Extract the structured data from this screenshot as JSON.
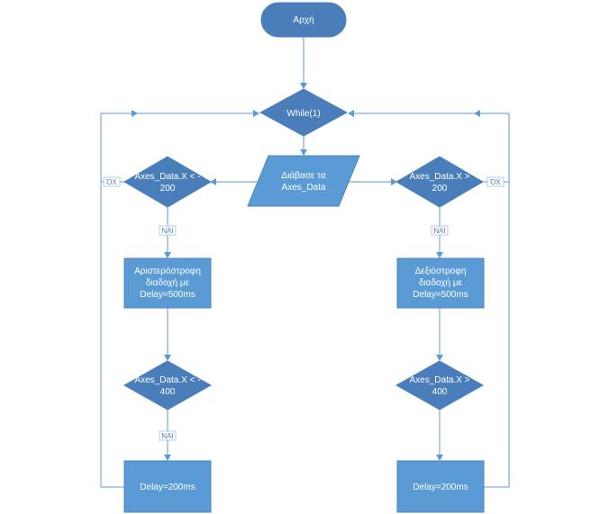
{
  "nodes": {
    "start": "Αρχή",
    "loop": "While(1)",
    "read": [
      "Διάβασε τα",
      "Axes_Data"
    ],
    "check_left_200": [
      "Axes_Data.X < -",
      "200"
    ],
    "check_right_200": [
      "Axes_Data.X >",
      "200"
    ],
    "action_left": [
      "Αριστερόστροφη",
      "διαδοχή με",
      "Delay=500ms"
    ],
    "action_right": [
      "Δεξιόστροφη",
      "διαδοχή με",
      "Delay=500ms"
    ],
    "check_left_400": [
      "Axes_Data.X < -",
      "400"
    ],
    "check_right_400": [
      "Axes_Data.X >",
      "400"
    ],
    "delay_left": "Delay=200ms",
    "delay_right": "Delay=200ms"
  },
  "edge_labels": {
    "no_left": "ΌΧ",
    "no_right": "ΌΧ",
    "yes_left_1": "ΝΑΙ",
    "yes_right_1": "ΝΑΙ",
    "yes_left_2": "ΝΑΙ"
  },
  "colors": {
    "shape_fill": "#5b9bd5",
    "diamond_fill": "#4a7ebb",
    "shape_stroke": "#4e83bd",
    "connector": "#5b9bd5",
    "label_text": "#ffffff"
  }
}
